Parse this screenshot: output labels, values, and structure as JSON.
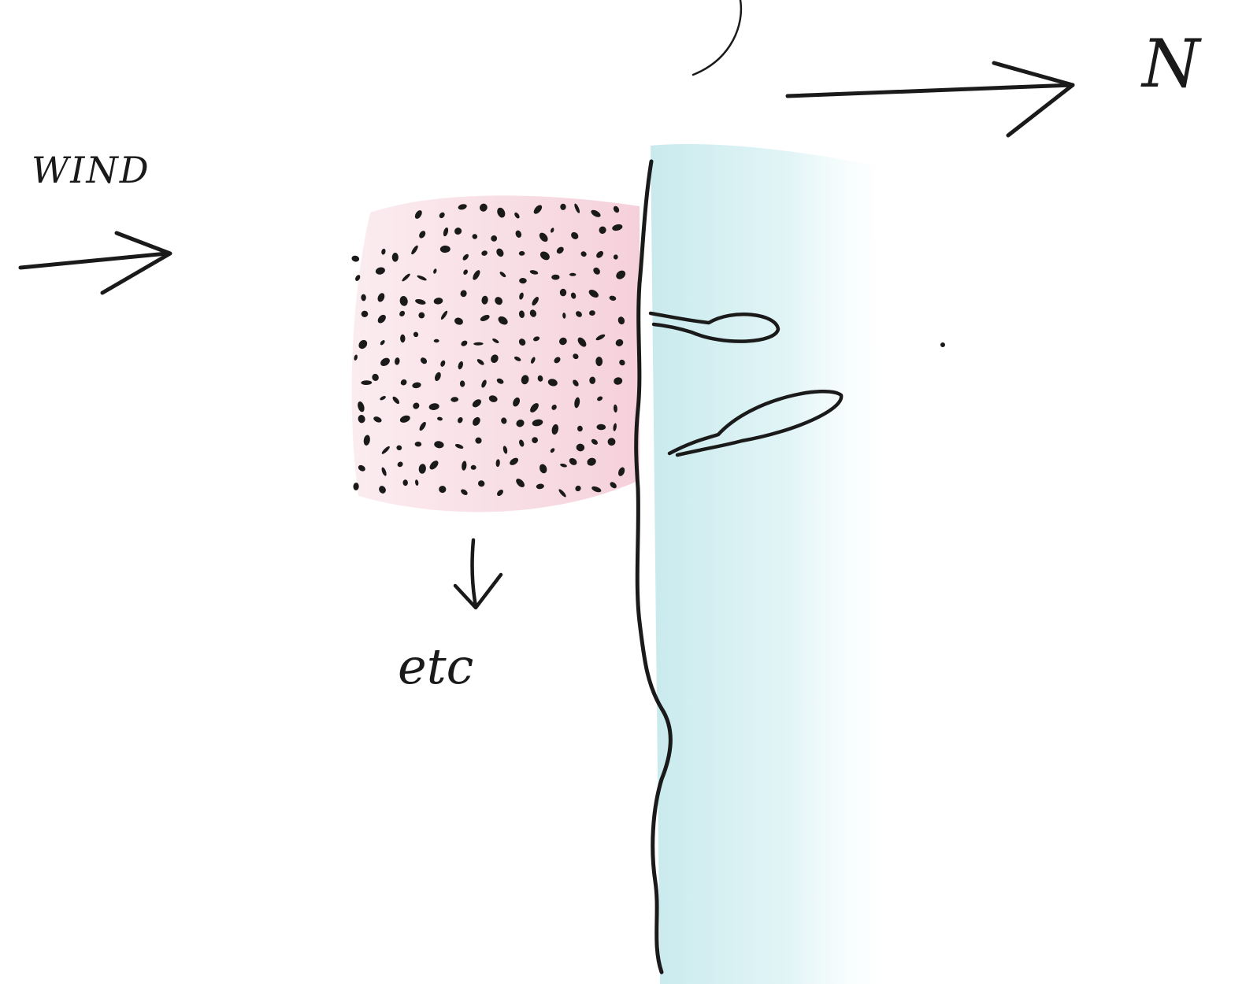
{
  "labels": {
    "wind": "WIND",
    "north": "N",
    "etc": "etc"
  },
  "colors": {
    "ink": "#1a1a1a",
    "water": "#bfe6ea",
    "cloud": "#f3c9d4"
  },
  "icons": {
    "wind_arrow": "arrow-right-icon",
    "north_arrow": "arrow-right-icon",
    "drift_arrow": "arrow-down-icon"
  }
}
